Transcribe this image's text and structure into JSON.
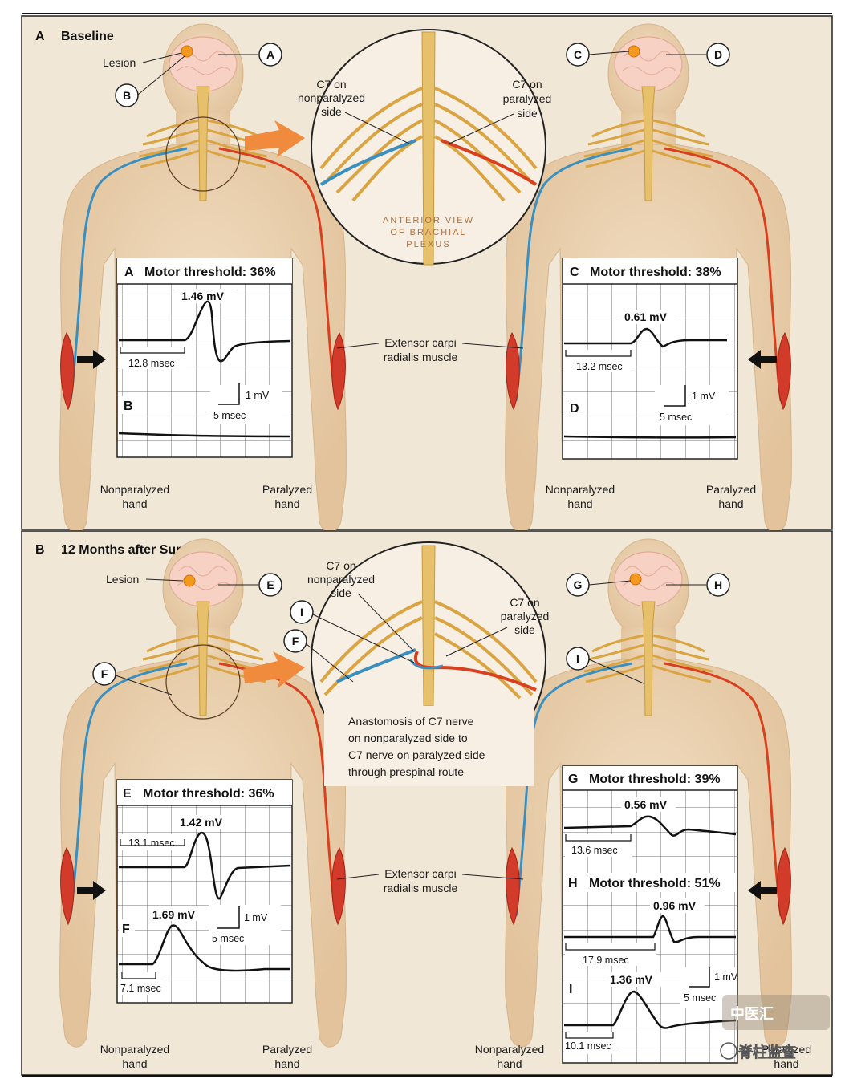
{
  "sectionA": {
    "letter": "A",
    "title": "Baseline",
    "lesion": "Lesion",
    "callouts": {
      "A": "A",
      "B": "B",
      "C": "C",
      "D": "D"
    },
    "c7_nonpar": [
      "C7 on",
      "nonparalyzed",
      "side"
    ],
    "c7_par": [
      "C7 on",
      "paralyzed",
      "side"
    ],
    "anterior": [
      "ANTERIOR VIEW",
      "OF BRACHIAL",
      "PLEXUS"
    ],
    "extensor": [
      "Extensor carpi",
      "radialis muscle"
    ],
    "hand_left": [
      "Nonparalyzed",
      "hand"
    ],
    "hand_right": [
      "Paralyzed",
      "hand"
    ],
    "hand_left2": [
      "Nonparalyzed",
      "hand"
    ],
    "hand_right2": [
      "Paralyzed",
      "hand"
    ],
    "panelLeft": {
      "letter": "A",
      "title": "Motor threshold: 36%",
      "amp": "1.46 mV",
      "latency": "12.8 msec",
      "sub_letter": "B",
      "scale_v": "1 mV",
      "scale_t": "5 msec"
    },
    "panelRight": {
      "letter": "C",
      "title": "Motor threshold: 38%",
      "amp": "0.61 mV",
      "latency": "13.2 msec",
      "sub_letter": "D",
      "scale_v": "1 mV",
      "scale_t": "5 msec"
    }
  },
  "sectionB": {
    "letter": "B",
    "title": "12 Months after Surgery",
    "lesion": "Lesion",
    "callouts": {
      "E": "E",
      "F": "F",
      "G": "G",
      "H": "H",
      "I": "I",
      "I2": "I",
      "F2": "F"
    },
    "c7_nonpar": [
      "C7 on",
      "nonparalyzed",
      "side"
    ],
    "c7_par": [
      "C7 on",
      "paralyzed",
      "side"
    ],
    "anastomosis": [
      "Anastomosis of C7 nerve",
      "on nonparalyzed side to",
      "C7 nerve on paralyzed side",
      "through prespinal route"
    ],
    "extensor": [
      "Extensor carpi",
      "radialis muscle"
    ],
    "hand_left": [
      "Nonparalyzed",
      "hand"
    ],
    "hand_right": [
      "Paralyzed",
      "hand"
    ],
    "hand_left2": [
      "Nonparalyzed",
      "hand"
    ],
    "hand_right2": [
      "Paralyzed",
      "hand"
    ],
    "panelLeft": {
      "letter": "E",
      "title": "Motor threshold: 36%",
      "amp": "1.42 mV",
      "latency": "13.1 msec",
      "sub_letter": "F",
      "sub_amp": "1.69 mV",
      "sub_latency": "7.1 msec",
      "scale_v": "1 mV",
      "scale_t": "5 msec"
    },
    "panelRight": {
      "g_letter": "G",
      "g_title": "Motor threshold: 39%",
      "g_amp": "0.56 mV",
      "g_latency": "13.6 msec",
      "h_letter": "H",
      "h_title": "Motor threshold: 51%",
      "h_amp": "0.96 mV",
      "h_latency": "17.9 msec",
      "i_letter": "I",
      "i_amp": "1.36 mV",
      "i_latency": "10.1 msec",
      "scale_v": "1 mV",
      "scale_t": "5 msec"
    }
  },
  "watermark": {
    "line1": "中医汇",
    "line2": "脊柱监查"
  },
  "colors": {
    "background": "#f1e7d6",
    "body": "#e8cfae",
    "brain": "#f7d2c4",
    "nerve": "#d9a441",
    "blue": "#3a8fbf",
    "red": "#d9401f",
    "muscle": "#d23a2a"
  }
}
